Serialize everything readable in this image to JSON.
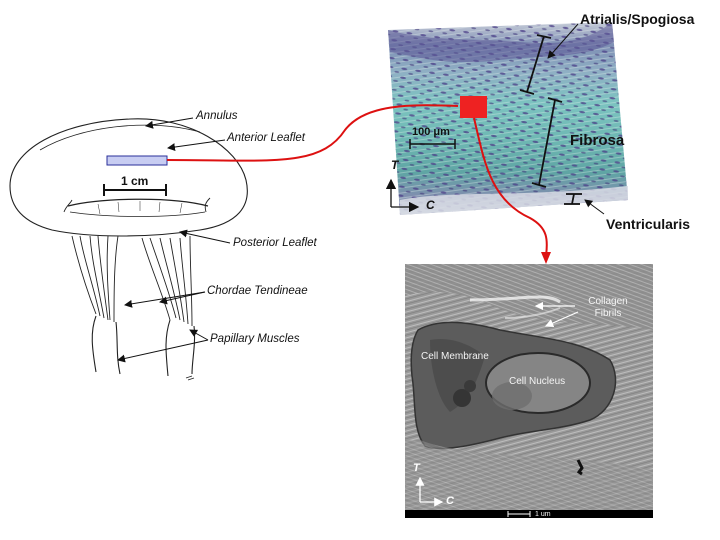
{
  "valve": {
    "annulus": "Annulus",
    "anterior_leaflet": "Anterior Leaflet",
    "posterior_leaflet": "Posterior Leaflet",
    "chordae": "Chordae Tendineae",
    "papillary": "Papillary Muscles",
    "scale": "1 cm"
  },
  "histology": {
    "atrialis": "Atrialis/Spogiosa",
    "fibrosa": "Fibrosa",
    "ventricularis": "Ventricularis",
    "scale": "100 μm",
    "axis_t": "T",
    "axis_c": "C"
  },
  "tem": {
    "collagen_line1": "Collagen",
    "collagen_line2": "Fibrils",
    "cell_membrane": "Cell Membrane",
    "cell_nucleus": "Cell Nucleus",
    "scale": "1 um",
    "axis_t": "T",
    "axis_c": "C"
  },
  "colors": {
    "connector": "#dd1111",
    "highlight": "#ee2222",
    "sample_box": "#c8cdf2"
  }
}
